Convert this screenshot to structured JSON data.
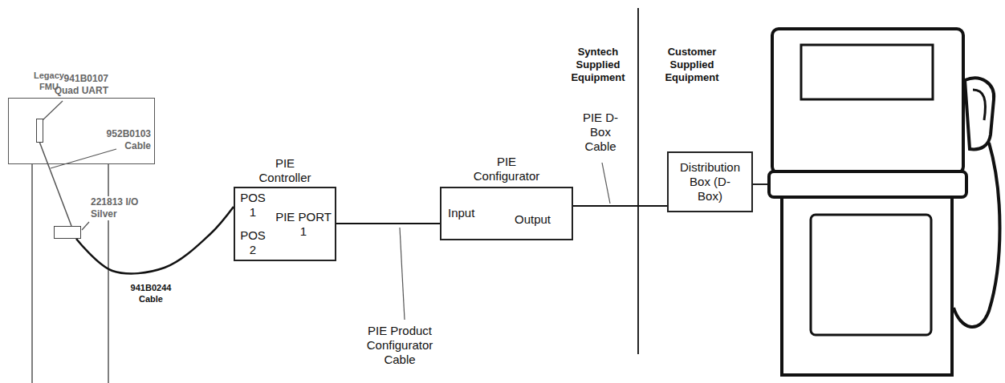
{
  "diagram": {
    "nodes": [
      {
        "text": [
          "Legacy FMU"
        ]
      },
      {
        "text": [
          "941B0107 Quad UART"
        ],
        "in": 0
      },
      {
        "text": [
          "221813 I/O Silver"
        ]
      },
      {
        "text": [
          "PIE Controller",
          "POS 1",
          "POS 2",
          "PIE PORT 1"
        ]
      },
      {
        "text": [
          "PIE Configurator",
          "Input",
          "Output"
        ]
      },
      {
        "text": [
          "Distribution Box (D-Box)"
        ]
      }
    ],
    "edges": [
      {
        "from": 1,
        "to": 2,
        "arrow": "none",
        "label": "952B0103 Cable"
      },
      {
        "from": 2,
        "to": 3,
        "arrow": "none",
        "label": "941B0244 Cable"
      },
      {
        "from": 3,
        "to": 4,
        "arrow": "none",
        "label": "PIE Product Configurator Cable"
      },
      {
        "from": 4,
        "to": 5,
        "arrow": "none",
        "label": "PIE D-Box Cable"
      }
    ],
    "labels": [
      "Syntech Supplied Equipment",
      "Customer Supplied Equipment"
    ]
  }
}
